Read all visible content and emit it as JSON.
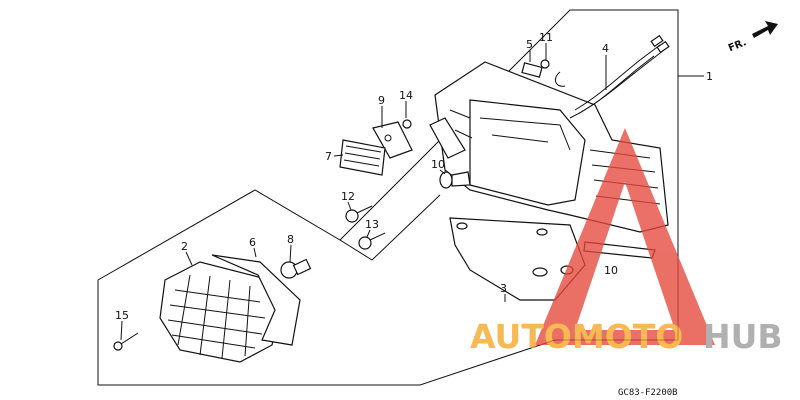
{
  "callouts": [
    {
      "id": "p1",
      "label": "1"
    },
    {
      "id": "p2",
      "label": "2"
    },
    {
      "id": "p3",
      "label": "3"
    },
    {
      "id": "p4",
      "label": "4"
    },
    {
      "id": "p5",
      "label": "5"
    },
    {
      "id": "p6",
      "label": "6"
    },
    {
      "id": "p7",
      "label": "7"
    },
    {
      "id": "p8",
      "label": "8"
    },
    {
      "id": "p9",
      "label": "9"
    },
    {
      "id": "p10a",
      "label": "10"
    },
    {
      "id": "p10b",
      "label": "10"
    },
    {
      "id": "p11",
      "label": "11"
    },
    {
      "id": "p12",
      "label": "12"
    },
    {
      "id": "p13",
      "label": "13"
    },
    {
      "id": "p14",
      "label": "14"
    },
    {
      "id": "p15",
      "label": "15"
    }
  ],
  "direction_label": "FR.",
  "reference_code": "GC83-F2200B",
  "watermark": {
    "part1": "AUTOMOTO",
    "part2": "HUB",
    "color1": "#F5A623",
    "color2": "#9B9B9B",
    "triangle_color": "#E5483C"
  }
}
